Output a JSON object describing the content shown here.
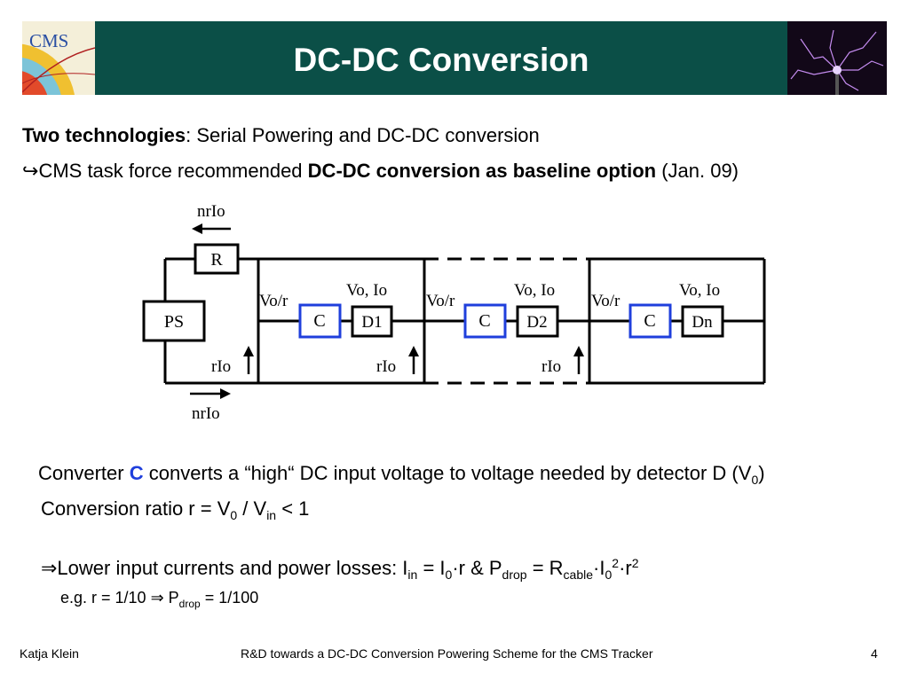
{
  "title": "DC-DC Conversion",
  "logo_text": "CMS",
  "line1": {
    "bold": "Two technologies",
    "rest": ": Serial Powering and DC-DC conversion"
  },
  "line2": {
    "arrow": "↪",
    "start": "CMS task force recommended ",
    "bold": "DC-DC conversion as baseline option",
    "end": " (Jan. 09)"
  },
  "diagram": {
    "top_current": "nrIo",
    "bottom_current": "nrIo",
    "ps": "PS",
    "r": "R",
    "sections": [
      {
        "input": "Vo/r",
        "output": "Vo, Io",
        "converter": "C",
        "detector": "D1",
        "return_current": "rIo"
      },
      {
        "input": "Vo/r",
        "output": "Vo, Io",
        "converter": "C",
        "detector": "D2",
        "return_current": "rIo"
      },
      {
        "input": "Vo/r",
        "output": "Vo, Io",
        "converter": "C",
        "detector": "Dn",
        "return_current": "rIo"
      }
    ]
  },
  "line3": {
    "a": "Converter ",
    "c": "C",
    "b": " converts a “high“ DC input voltage to voltage needed by detector D (V",
    "sub": "0",
    "end": ")"
  },
  "line4": {
    "a": "Conversion ratio r = V",
    "sub1": "0",
    "b": " / V",
    "sub2": "in",
    "c": "  < 1"
  },
  "line5": {
    "a": "⇒Lower input currents and power losses:   I",
    "s1": "in",
    "b": " = I",
    "s2": "0",
    "c": "·r  &  P",
    "s3": "drop",
    "d": " = R",
    "s4": "cable",
    "e": "·I",
    "s5": "0",
    "sup1": "2",
    "f": "·r",
    "sup2": "2"
  },
  "line6": {
    "a": "e.g. r = 1/10 ⇒ P",
    "s1": "drop",
    "b": " = 1/100"
  },
  "footer": {
    "author": "Katja Klein",
    "talk": "R&D towards a DC-DC Conversion Powering Scheme for the CMS Tracker",
    "page": "4"
  },
  "colors": {
    "header": "#0b4f47",
    "converter_box": "#1f3fdc",
    "highlight": "#1f3fdc"
  }
}
